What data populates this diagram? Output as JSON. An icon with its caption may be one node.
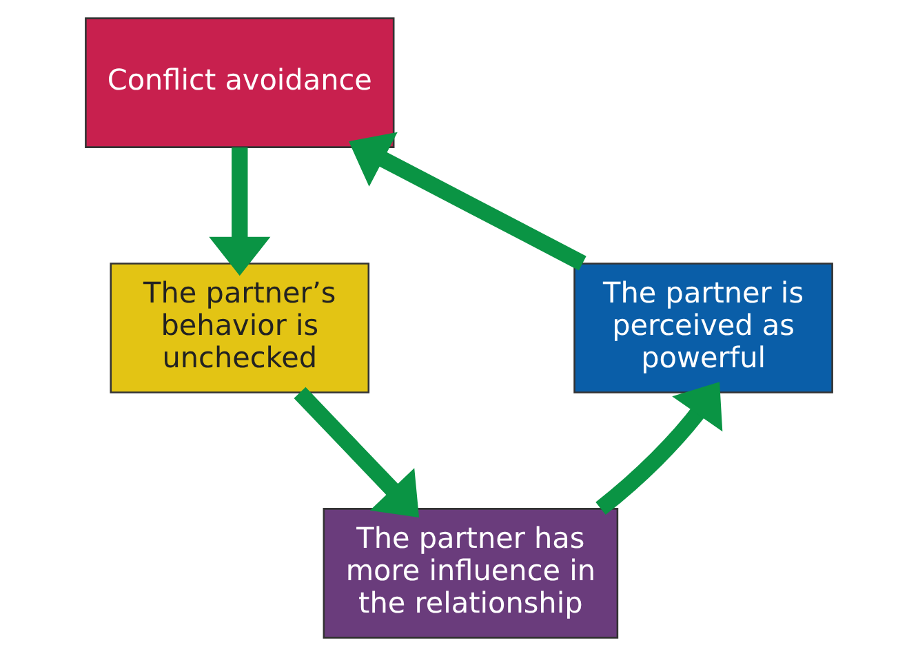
{
  "diagram": {
    "nodes": [
      {
        "text": [
          "Conflict avoidance"
        ]
      },
      {
        "text": [
          "The partner’s behavior is unchecked"
        ]
      },
      {
        "text": [
          "The partner has more influence in the relationship"
        ]
      },
      {
        "text": [
          "The partner is perceived as powerful"
        ]
      }
    ],
    "edges": [
      {
        "from": 0,
        "to": 1,
        "arrow": "to"
      },
      {
        "from": 1,
        "to": 2,
        "arrow": "to"
      },
      {
        "from": 2,
        "to": 3,
        "arrow": "to"
      },
      {
        "from": 3,
        "to": 0,
        "arrow": "to"
      }
    ]
  }
}
